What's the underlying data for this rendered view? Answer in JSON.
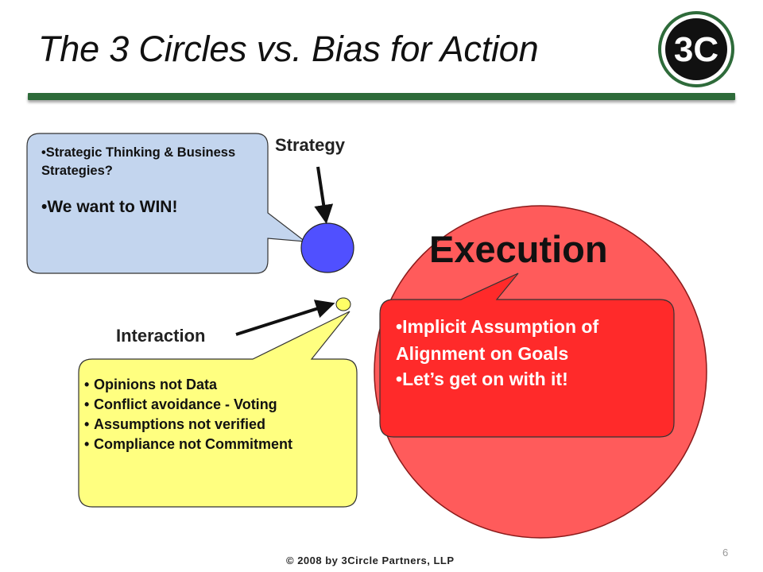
{
  "title": "The 3 Circles vs. Bias for Action",
  "logo": {
    "text": "3C",
    "icon": "3c-logo-icon"
  },
  "labels": {
    "strategy": "Strategy",
    "interaction": "Interaction",
    "execution": "Execution"
  },
  "strategy_callout": {
    "items": [
      "Strategic Thinking & Business Strategies?",
      "We want to WIN!"
    ]
  },
  "execution_callout": {
    "items": [
      "Implicit Assumption of Alignment on Goals",
      "Let’s get on with it!"
    ]
  },
  "interaction_callout": {
    "items": [
      "Opinions not Data",
      "Conflict avoidance - Voting",
      "Assumptions not verified",
      "Compliance not Commitment"
    ]
  },
  "footer": {
    "slide_number": "6",
    "copyright": "© 2008 by 3Circle Partners, LLP"
  },
  "colors": {
    "execution_circle": "#ff5b5b",
    "strategy_circle": "#5050ff",
    "interaction_circle": "#ffff66",
    "blue_callout": "#c3d5ee",
    "red_callout": "#ff2a2a",
    "yellow_callout": "#ffff80",
    "title_rule": "#2e6b3a"
  }
}
